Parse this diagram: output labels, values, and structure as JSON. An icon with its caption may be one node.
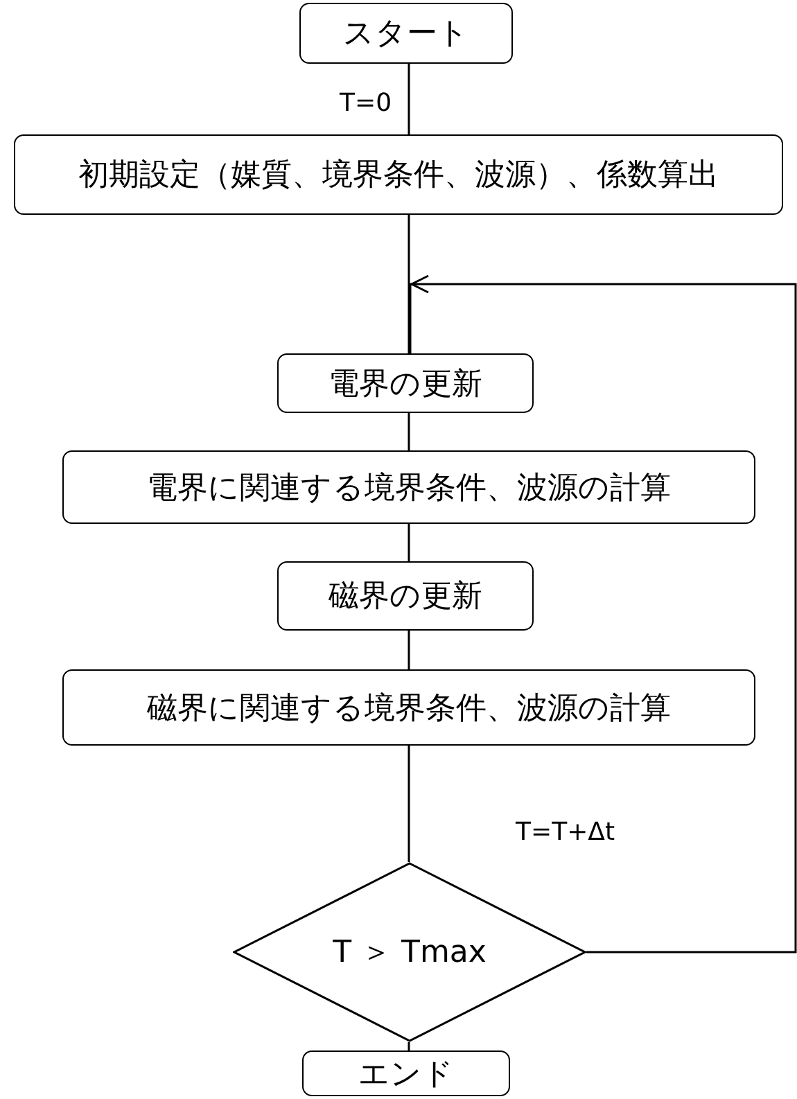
{
  "diagram": {
    "nodes": [
      {
        "text": [
          "スタート"
        ]
      },
      {
        "text": [
          "初期設定（媒質、境界条件、波源）、係数算出"
        ]
      },
      {
        "text": [
          "電界の更新"
        ]
      },
      {
        "text": [
          "電界に関連する境界条件、波源の計算"
        ]
      },
      {
        "text": [
          "磁界の更新"
        ]
      },
      {
        "text": [
          "磁界に関連する境界条件、波源の計算"
        ]
      },
      {
        "text": [
          "T ＞ Tmax"
        ]
      },
      {
        "text": [
          "エンド"
        ]
      }
    ],
    "edges": [
      {
        "from": 0,
        "to": 1,
        "arrow": "none"
      },
      {
        "from": 1,
        "to": 2,
        "arrow": "none"
      },
      {
        "from": 2,
        "to": 3,
        "arrow": "none"
      },
      {
        "from": 3,
        "to": 4,
        "arrow": "none"
      },
      {
        "from": 4,
        "to": 5,
        "arrow": "none"
      },
      {
        "from": 5,
        "to": 6,
        "arrow": "none"
      },
      {
        "from": 6,
        "to": 7,
        "arrow": "none"
      },
      {
        "from": 6,
        "to": 2,
        "arrow": "to"
      }
    ],
    "labels": [
      "T=0",
      "T=T+Δt"
    ]
  }
}
